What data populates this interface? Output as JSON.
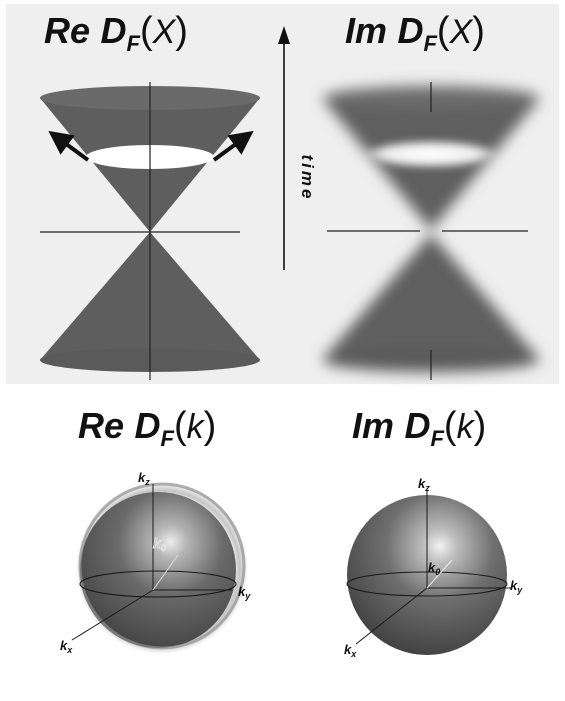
{
  "top": {
    "re_title": {
      "prefix": "Re",
      "letter": "D",
      "subscript": "F",
      "arg": "X"
    },
    "im_title": {
      "prefix": "Im",
      "letter": "D",
      "subscript": "F",
      "arg": "X"
    },
    "time_label": "time"
  },
  "bottom": {
    "re_title": {
      "prefix": "Re",
      "letter": "D",
      "subscript": "F",
      "arg": "k"
    },
    "im_title": {
      "prefix": "Im",
      "letter": "D",
      "subscript": "F",
      "arg": "k"
    },
    "axis_labels": {
      "kz": "k",
      "kz_sub": "z",
      "ky": "k",
      "ky_sub": "y",
      "kx": "k",
      "kx_sub": "x",
      "k0": "k",
      "k0_sub": "0"
    }
  },
  "colors": {
    "cone": "#5e5e5e",
    "sphere": "#555555",
    "background": "#efefef"
  }
}
